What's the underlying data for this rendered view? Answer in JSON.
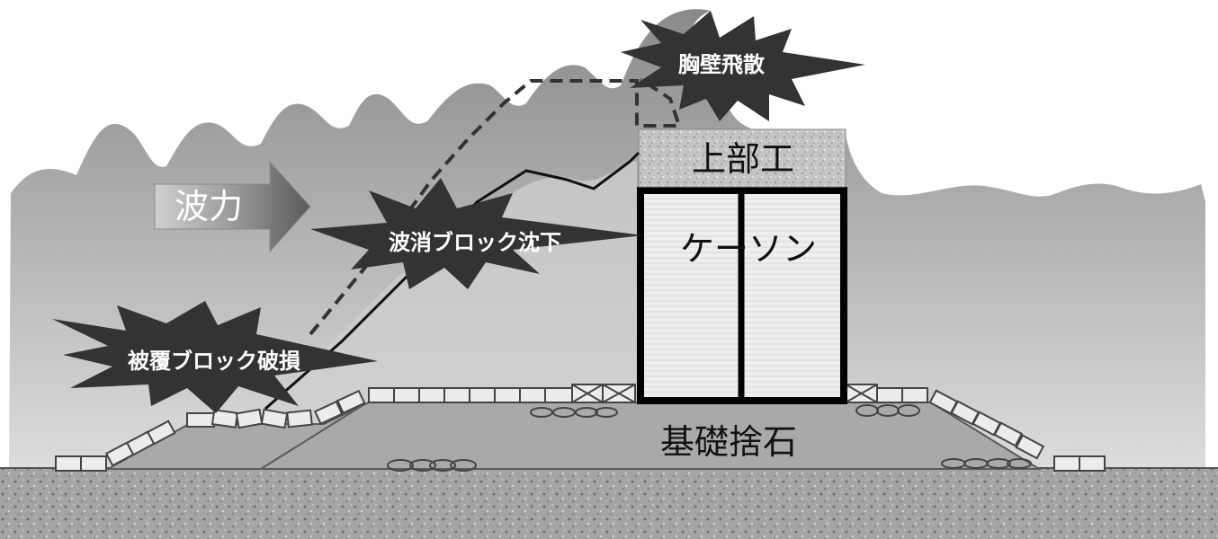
{
  "labels": {
    "wave_force": "波力",
    "crown_wall_scatter": "胸壁飛散",
    "superstructure": "上部工",
    "caisson": "ケーソン",
    "armor_block_settlement": "波消ブロック沈下",
    "covering_block_damage": "被覆ブロック破損",
    "foundation_rubble": "基礎捨石"
  },
  "colors": {
    "wave_dark": "#6e6e6e",
    "wave_light": "#d2d2d2",
    "burst_fill": "#333333",
    "seabed": "#9a9a9a",
    "rubble": "#a8a8a8",
    "concrete": "#bcbcbc",
    "caisson": "#ececec"
  }
}
